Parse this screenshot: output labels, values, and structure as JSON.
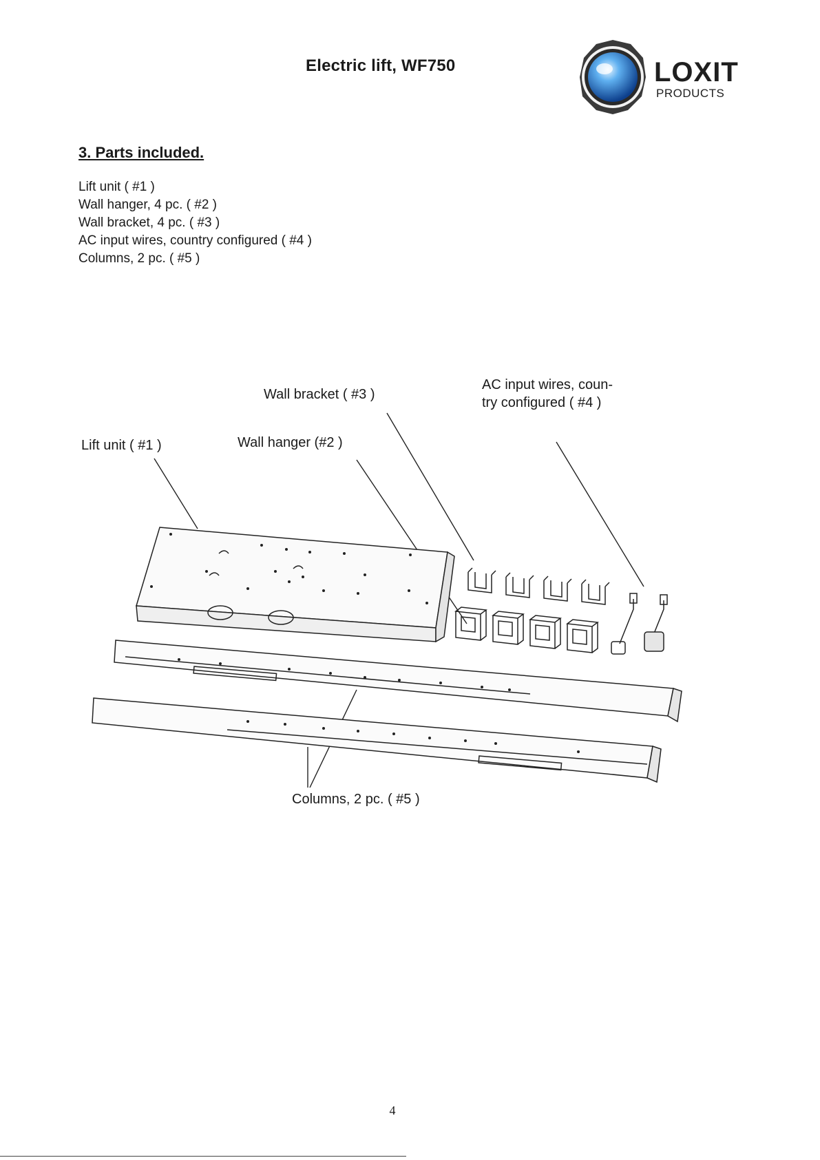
{
  "header": {
    "title": "Electric lift, WF750",
    "logo": {
      "word": "LOXIT",
      "subword": "PRODUCTS",
      "colors": {
        "globe": "#2f7fd6",
        "ring": "#3b3b3b",
        "text": "#1f1f1f"
      }
    }
  },
  "section": {
    "heading": "3. Parts included.",
    "items": [
      "Lift unit ( #1 )",
      "Wall hanger, 4 pc. ( #2 )",
      "Wall bracket, 4 pc. ( #3 )",
      "AC input wires, country configured ( #4 )",
      "Columns, 2 pc. ( #5 )"
    ]
  },
  "figure": {
    "callouts": {
      "wall_bracket": "Wall bracket ( #3 )",
      "ac_wires_line1": "AC input wires, coun-",
      "ac_wires_line2": "try configured ( #4 )",
      "lift_unit": "Lift unit ( #1 )",
      "wall_hanger": "Wall hanger (#2 )",
      "columns": "Columns, 2 pc. ( #5 )"
    }
  },
  "footer": {
    "page_number": "4"
  }
}
